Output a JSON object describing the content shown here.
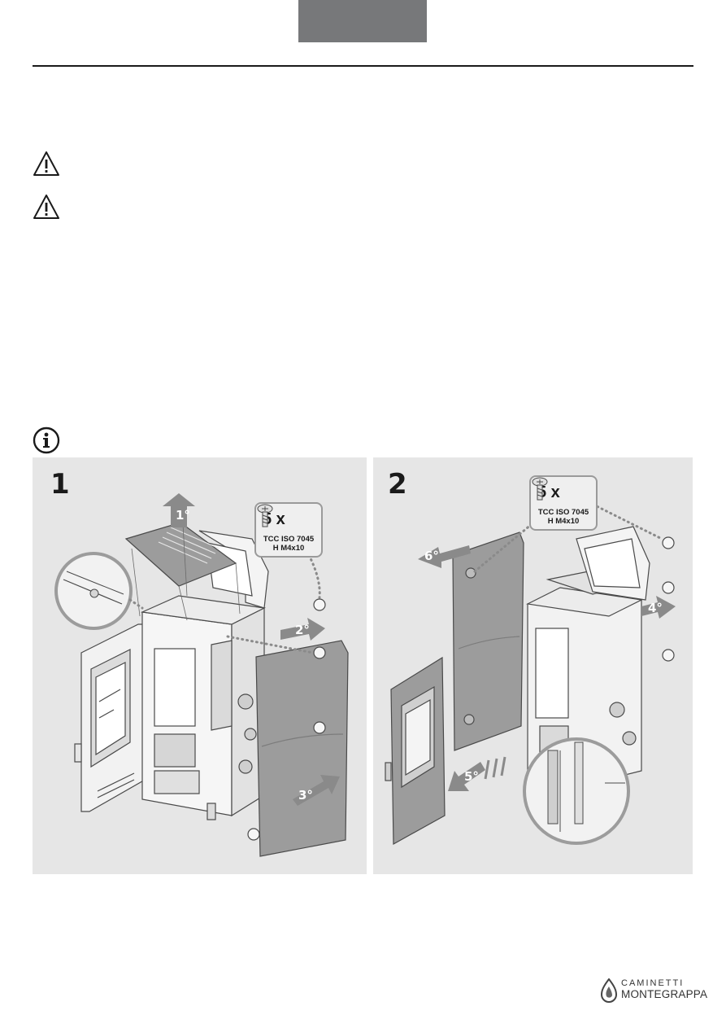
{
  "header": {
    "tab_color": "#77787a"
  },
  "icons": {
    "warning_1": "warning-triangle",
    "warning_2": "warning-triangle",
    "info": "info-circle"
  },
  "panels": [
    {
      "step": "1",
      "screw_qty": "5 x",
      "screw_spec_line1": "TCC ISO 7045",
      "screw_spec_line2": "H M4x10",
      "arrows": [
        "1°",
        "2°",
        "3°"
      ]
    },
    {
      "step": "2",
      "screw_qty": "5 x",
      "screw_spec_line1": "TCC ISO 7045",
      "screw_spec_line2": "H M4x10",
      "arrows": [
        "6°",
        "4°",
        "5°"
      ]
    }
  ],
  "logo": {
    "line1": "CAMINETTI",
    "line2": "MONTEGRAPPA"
  },
  "colors": {
    "panel_bg": "#e6e6e6",
    "panel_gray": "#9c9c9c",
    "arrow_gray": "#8a8a8a"
  }
}
